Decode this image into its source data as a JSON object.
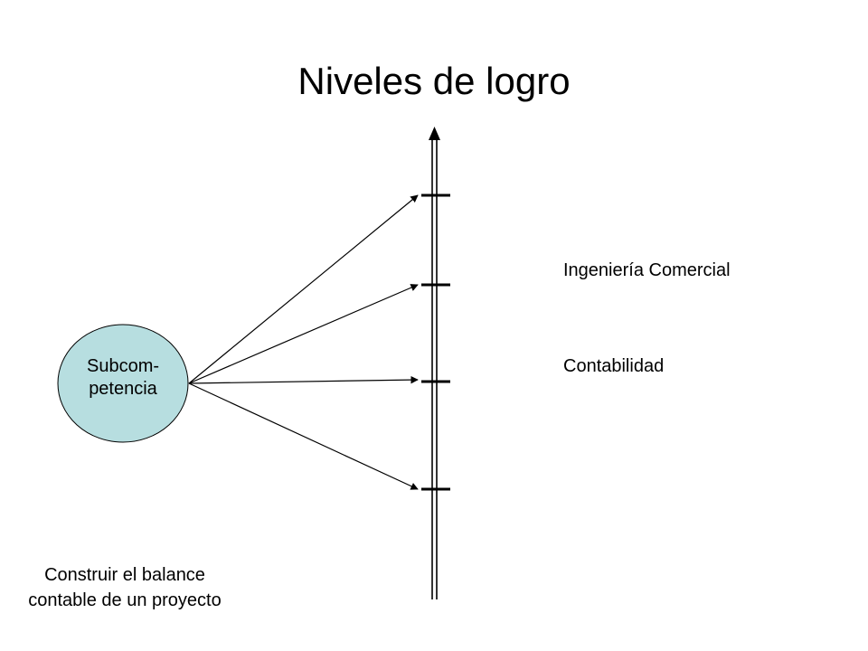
{
  "title": "Niveles de logro",
  "node": {
    "line1": "Subcom-",
    "line2": "petencia",
    "fill_color": "#b7dee0",
    "stroke_color": "#000000"
  },
  "labels": {
    "ingenieria": "Ingeniería Comercial",
    "contabilidad": "Contabilidad"
  },
  "caption": {
    "line1": "Construir el balance",
    "line2": "contable de un proyecto"
  },
  "axis": {
    "tick_count": 4,
    "arrowhead": "up"
  }
}
